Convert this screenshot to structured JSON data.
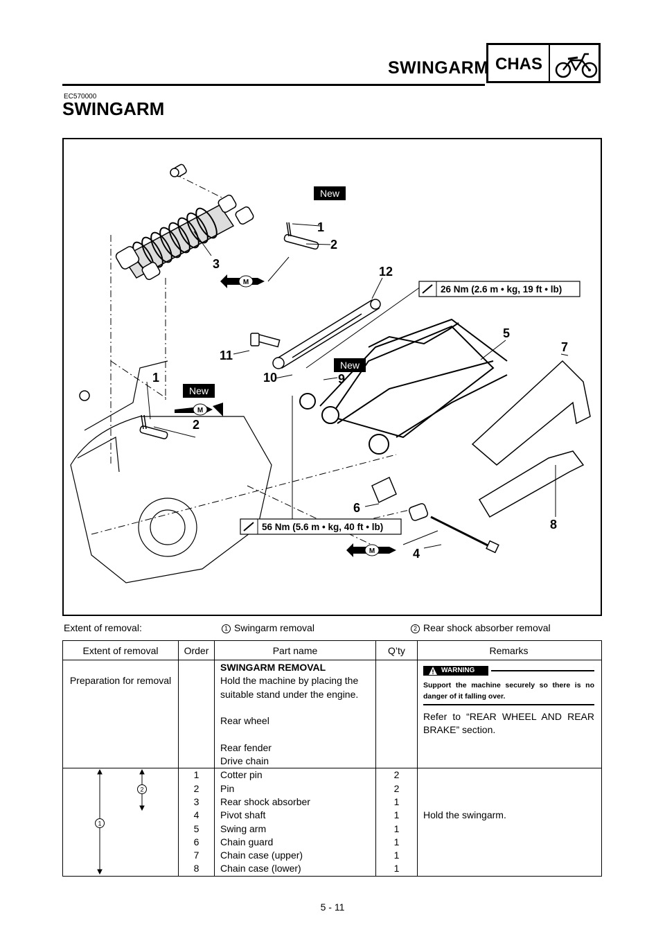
{
  "header": {
    "section_title": "SWINGARM",
    "chapter_label": "CHAS",
    "chapter_icon": "motorcycle-icon"
  },
  "doc": {
    "code": "EC570000",
    "title": "SWINGARM"
  },
  "figure": {
    "labels": {
      "n1": "1",
      "n2": "2",
      "n3": "3",
      "n4": "4",
      "n5": "5",
      "n6": "6",
      "n7": "7",
      "n8": "8",
      "n9": "9",
      "n10": "10",
      "n11": "11",
      "n12": "12",
      "n1b": "1",
      "n2b": "2"
    },
    "new_badge": "New",
    "grease_mark": "M",
    "torque_upper": "26 Nm (2.6 m • kg, 19 ft • lb)",
    "torque_lower": "56 Nm (5.6 m • kg, 40 ft • lb)"
  },
  "extent": {
    "label": "Extent of removal:",
    "item1_num": "1",
    "item1_text": "Swingarm removal",
    "item2_num": "2",
    "item2_text": "Rear shock absorber removal"
  },
  "table": {
    "headers": [
      "Extent of removal",
      "Order",
      "Part name",
      "Q’ty",
      "Remarks"
    ],
    "prep": {
      "extent": "Preparation for removal",
      "section_heading": "SWINGARM REMOVAL",
      "lines": [
        "Hold the machine by placing the",
        "suitable stand under the engine.",
        "",
        "Rear wheel",
        "",
        "Rear fender",
        "Drive chain"
      ],
      "warning_label": "WARNING",
      "warning_text": "Support the machine securely so there is no danger of it falling over.",
      "remark": "Refer to “REAR WHEEL AND REAR BRAKE” section."
    },
    "bracket_labels": {
      "outer": "1",
      "inner": "2"
    },
    "rows": [
      {
        "order": "1",
        "name": "Cotter pin",
        "qty": "2"
      },
      {
        "order": "2",
        "name": "Pin",
        "qty": "2"
      },
      {
        "order": "3",
        "name": "Rear shock absorber",
        "qty": "1"
      },
      {
        "order": "4",
        "name": "Pivot shaft",
        "qty": "1"
      },
      {
        "order": "5",
        "name": "Swing arm",
        "qty": "1"
      },
      {
        "order": "6",
        "name": "Chain guard",
        "qty": "1"
      },
      {
        "order": "7",
        "name": "Chain case (upper)",
        "qty": "1"
      },
      {
        "order": "8",
        "name": "Chain case (lower)",
        "qty": "1"
      }
    ],
    "rows_remark": "Hold the swingarm."
  },
  "footer": {
    "page": "5 - 11"
  }
}
